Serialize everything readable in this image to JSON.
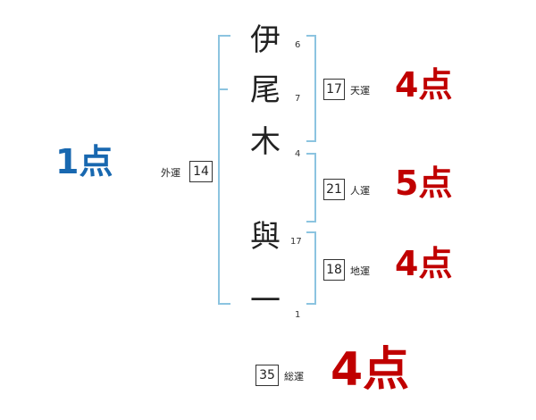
{
  "name_chars": [
    {
      "char": "伊",
      "strokes": "6"
    },
    {
      "char": "尾",
      "strokes": "7"
    },
    {
      "char": "木",
      "strokes": "4"
    },
    {
      "char": "與",
      "strokes": "17"
    },
    {
      "char": "一",
      "strokes": "1"
    }
  ],
  "kakusu": {
    "tenkaku": {
      "value": "17",
      "label": "天運",
      "score": "4点"
    },
    "jinkaku": {
      "value": "21",
      "label": "人運",
      "score": "5点"
    },
    "chikaku": {
      "value": "18",
      "label": "地運",
      "score": "4点"
    },
    "gaikaku": {
      "value": "14",
      "label": "外運",
      "score": "1点"
    },
    "soukaku": {
      "value": "35",
      "label": "総運",
      "score": "4点"
    }
  },
  "colors": {
    "bracket": "#8cc4e0",
    "score_red": "#c00000",
    "score_blue": "#1868b0"
  }
}
